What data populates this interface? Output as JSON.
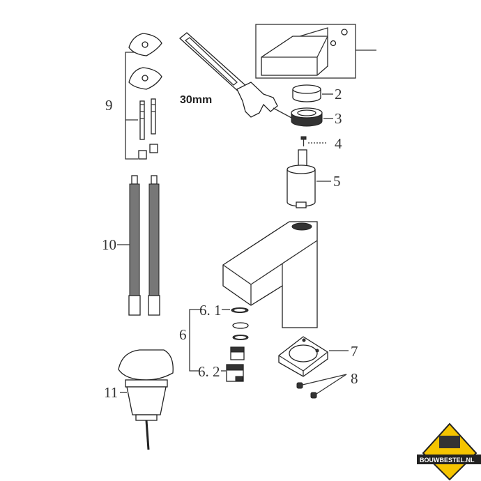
{
  "diagram": {
    "labels": {
      "part2": "2",
      "part3": "3",
      "part4": "4",
      "part5": "5",
      "part6": "6",
      "part6_1": "6. 1",
      "part6_2": "6. 2",
      "part7": "7",
      "part8": "8",
      "part9": "9",
      "part10": "10",
      "part11": "11"
    },
    "wrench_size": "30mm"
  },
  "logo": {
    "text": "BOUWBESTEL.NL",
    "color": "#f5c400"
  }
}
